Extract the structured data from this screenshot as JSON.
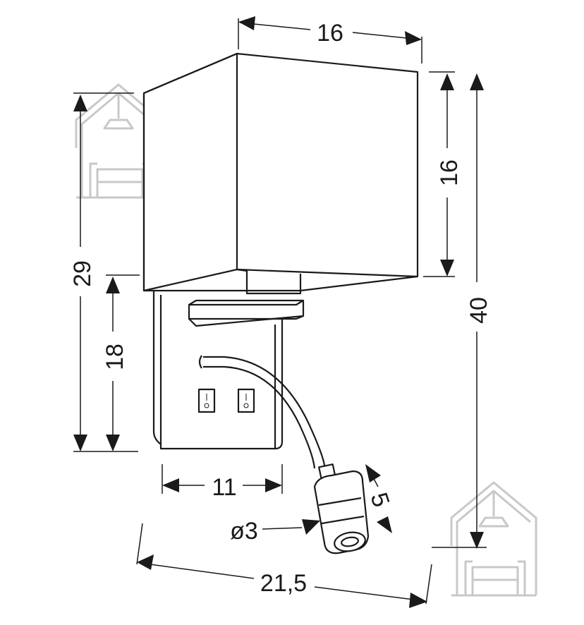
{
  "labels": {
    "shade_width": "16",
    "shade_height": "16",
    "total_height": "40",
    "wall_height": "29",
    "backplate_height": "18",
    "backplate_width": "11",
    "spot_length": "5",
    "spot_diameter": "ø3",
    "total_depth": "21,5"
  },
  "colors": {
    "line": "#1a1a1a",
    "watermark": "#c8c8c8",
    "background": "#ffffff"
  },
  "icons": [
    "house-lamp-watermark-icon",
    "house-lamp-watermark-icon"
  ]
}
